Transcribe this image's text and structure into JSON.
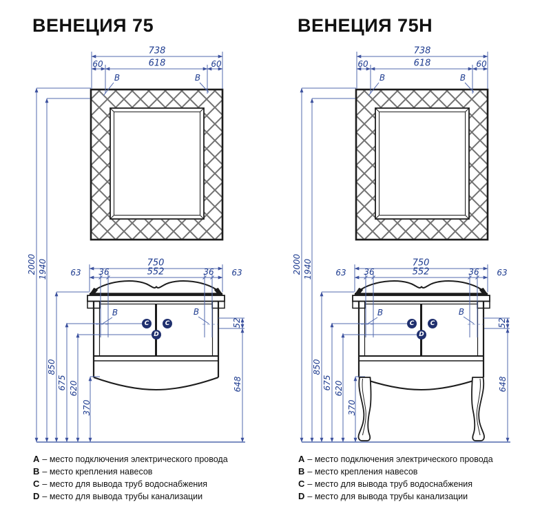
{
  "titles": {
    "left": "ВЕНЕЦИЯ 75",
    "right": "ВЕНЕЦИЯ 75Н"
  },
  "dims": {
    "mirror_total": "738",
    "mirror_side_left": "60",
    "mirror_center": "618",
    "mirror_side_right": "60",
    "height_total": "2000",
    "height_mount": "1940",
    "cab_total": "750",
    "cab_edge_left": "63",
    "cab_mount_left": "36",
    "cab_center": "552",
    "cab_mount_right": "36",
    "cab_edge_right": "63",
    "h850": "850",
    "h675": "675",
    "h620": "620",
    "h370": "370",
    "h648": "648",
    "h52": "52"
  },
  "marks": {
    "b": "B",
    "c": "C",
    "d": "D"
  },
  "legend": {
    "items": [
      {
        "key": "A",
        "text": "– место подключения электрического провода"
      },
      {
        "key": "B",
        "text": "– место крепления навесов"
      },
      {
        "key": "C",
        "text": "– место для вывода труб водоснабжения"
      },
      {
        "key": "D",
        "text": "– место для вывода трубы канализации"
      }
    ]
  },
  "colors": {
    "drawing_line": "#1c1c1c",
    "hatch": "#737373",
    "dimension_line": "#5068ad",
    "dimension_text": "#1d3b8f",
    "mark_fill": "#20306e"
  }
}
